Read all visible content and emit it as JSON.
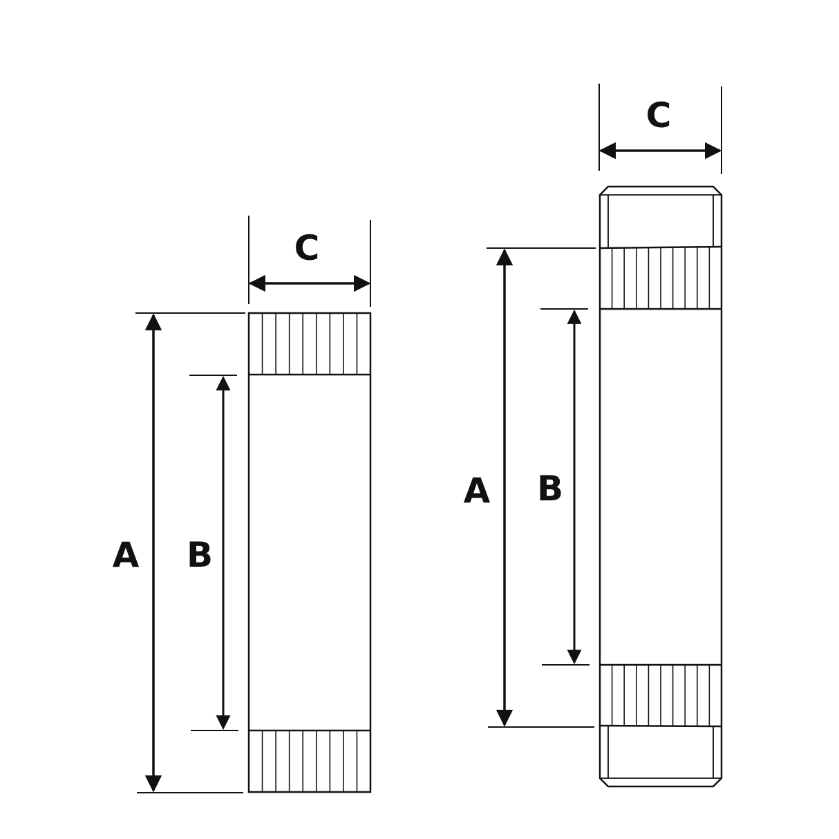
{
  "colors": {
    "line": "#111111",
    "background": "#ffffff"
  },
  "left_nipple": {
    "labels": {
      "overall_length": "A",
      "unthreaded_length": "B",
      "outer_diameter": "C"
    },
    "thread_lines_per_end": 8
  },
  "right_nipple": {
    "labels": {
      "overall_length": "A",
      "unthreaded_length": "B",
      "outer_diameter": "C"
    },
    "thread_lines_per_end": 9
  }
}
